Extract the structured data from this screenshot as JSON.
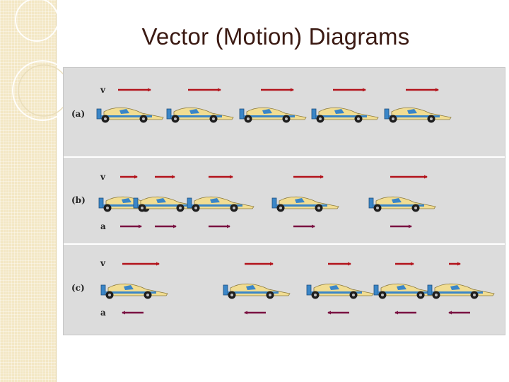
{
  "slide": {
    "title": "Vector (Motion) Diagrams"
  },
  "diagram": {
    "colors": {
      "velocity_arrow": "#b3131b",
      "acceleration_arrow": "#7a1242",
      "car_body": "#f1dd92",
      "car_accent": "#3a86c8",
      "wheel": "#1e1e1e",
      "panel_bg": "#dcdcdc",
      "divider": "#ffffff"
    },
    "icon": "race-car-icon",
    "rows": [
      {
        "label": "(a)",
        "vector_labels": {
          "velocity": "v"
        },
        "car_x": [
          137,
          236,
          339,
          441,
          544
        ],
        "velocity_length": [
          46,
          46,
          46,
          46,
          46
        ],
        "acceleration": "none"
      },
      {
        "label": "(b)",
        "vector_labels": {
          "velocity": "v",
          "acceleration": "a"
        },
        "car_x": [
          140,
          189,
          265,
          385,
          522
        ],
        "velocity_length": [
          24,
          28,
          34,
          42,
          52
        ],
        "acceleration": "forward"
      },
      {
        "label": "(c)",
        "vector_labels": {
          "velocity": "v",
          "acceleration": "a"
        },
        "car_x": [
          143,
          316,
          434,
          529,
          605
        ],
        "velocity_length": [
          52,
          40,
          32,
          26,
          16
        ],
        "acceleration": "backward"
      }
    ]
  }
}
